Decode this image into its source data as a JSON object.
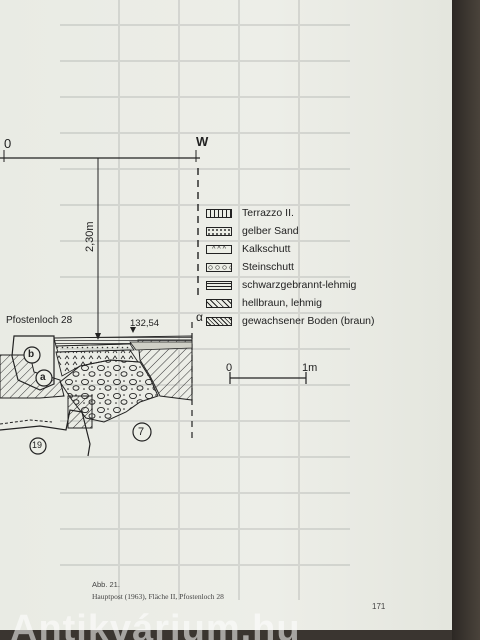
{
  "compass": {
    "left": "0",
    "right": "W"
  },
  "depth_label": "2,30m",
  "elevation": "132,54",
  "marker_alpha": "α",
  "posthole_label": "Pfostenloch 28",
  "circles": {
    "b": "b",
    "a": "a",
    "n19": "19",
    "n7": "7"
  },
  "legend": [
    {
      "label": "Terrazzo II.",
      "pattern": "terrazzo"
    },
    {
      "label": "gelber Sand",
      "pattern": "sand"
    },
    {
      "label": "Kalkschutt",
      "pattern": "kalk"
    },
    {
      "label": "Steinschutt",
      "pattern": "stein"
    },
    {
      "label": "schwarzgebrannt-lehmig",
      "pattern": "schwarz"
    },
    {
      "label": "hellbraun, lehmig",
      "pattern": "hellbraun"
    },
    {
      "label": "gewachsener Boden (braun)",
      "pattern": "boden"
    }
  ],
  "scale": {
    "start": "0",
    "end": "1m"
  },
  "caption": {
    "line1": "Abb. 21.",
    "line2": "Hauptpost (1963), Fläche II, Pfostenloch 28"
  },
  "page_number": "171",
  "watermark": "Antikvárium.hu"
}
